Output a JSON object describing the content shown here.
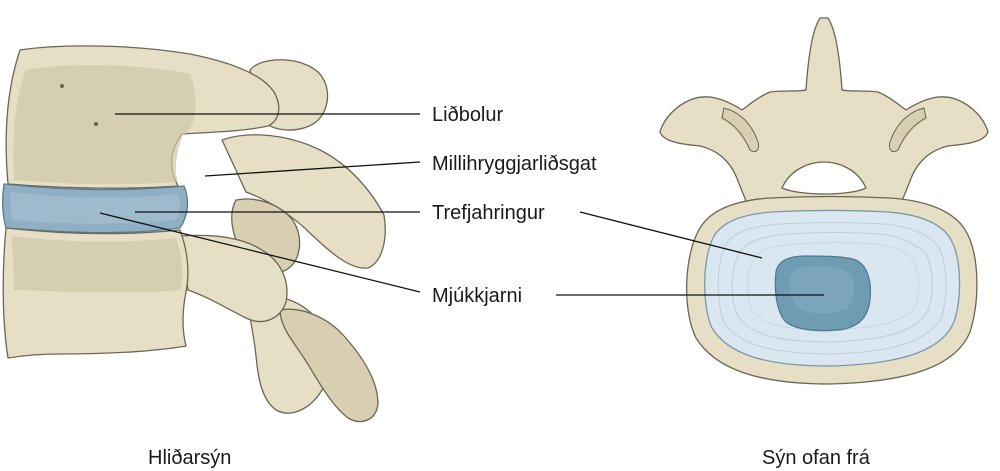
{
  "labels": {
    "vertebral_body": "Liðbolur",
    "intervertebral_foramen": "Millihryggjarliðsgat",
    "annulus_fibrosus": "Trefjahringur",
    "nucleus_pulposus": "Mjúkkjarni"
  },
  "captions": {
    "lateral_view": "Hliðarsýn",
    "superior_view": "Sýn ofan frá"
  },
  "colors": {
    "bone": "#e6dfc6",
    "bone_outline": "#6c6652",
    "disc": "#8fb0c4",
    "annulus": "#dbe7f0",
    "nucleus": "#6f9bb3"
  }
}
